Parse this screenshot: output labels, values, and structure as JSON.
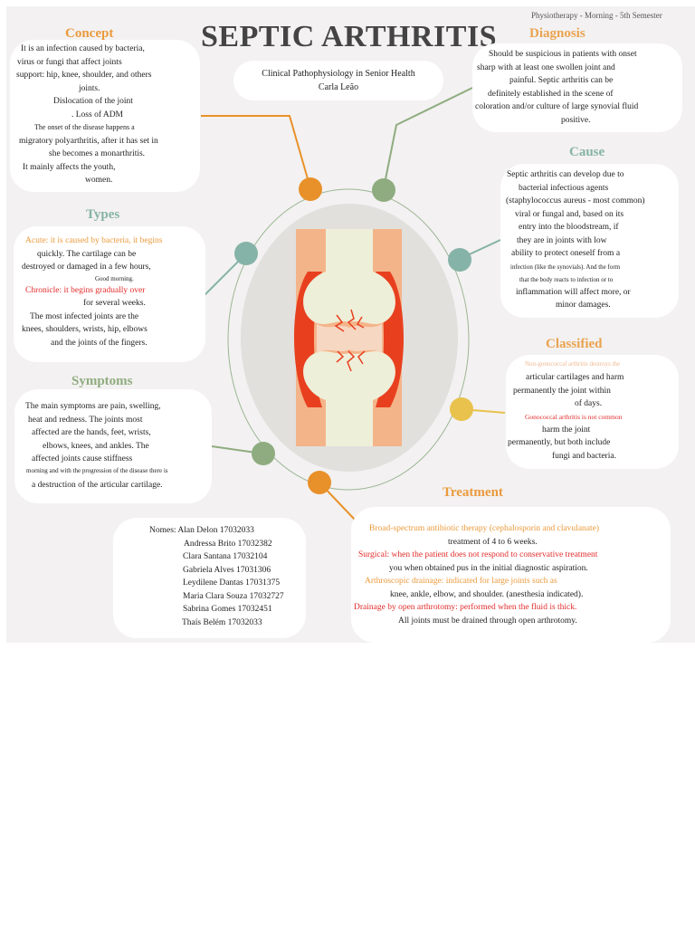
{
  "header": {
    "semester": "Physiotherapy - Morning - 5th Semester",
    "title": "SEPTIC ARTHRITIS",
    "subtitle_line1": "Clinical Pathophysiology in Senior Health",
    "subtitle_line2": "Carla Leão"
  },
  "colors": {
    "orange": "#e8912a",
    "green": "#8fac80",
    "teal": "#86b3a7",
    "yellow": "#e8c24c",
    "red_text": "#e32b2b",
    "bone": "#eeefd9",
    "inflammation": "#e8401f",
    "tissue": "#f4b48a"
  },
  "concept": {
    "heading": "Concept",
    "lines": [
      "It is an infection caused by bacteria,",
      "virus or fungi that affect joints",
      "support: hip, knee, shoulder, and others",
      "joints.",
      "Dislocation of the joint",
      ". Loss of ADM",
      "The onset of the disease happens a",
      "migratory polyarthritis, after it has set in",
      "she becomes a monarthritis.",
      "It mainly affects the youth,",
      "women."
    ]
  },
  "diagnosis": {
    "heading": "Diagnosis",
    "lines": [
      "Should be suspicious in patients with onset",
      "sharp with at least one swollen joint and",
      "painful. Septic arthritis can be",
      "definitely established in the scene of",
      "coloration and/or culture of large synovial fluid",
      "positive."
    ]
  },
  "types": {
    "heading": "Types",
    "acute": "Acute: it is caused by bacteria, it begins",
    "lines_a": [
      "quickly. The cartilage can be",
      "destroyed or damaged in a few hours,"
    ],
    "small_note": "Good morning.",
    "chronic": "Chronicle: it begins gradually over",
    "lines_b": [
      "for several weeks.",
      "The most infected joints are the",
      "knees, shoulders, wrists, hip, elbows",
      "and the joints of the fingers."
    ]
  },
  "cause": {
    "heading": "Cause",
    "lines": [
      "Septic arthritis can develop due to",
      "bacterial infectious agents",
      "(staphylococcus aureus - most common)",
      "viral or fungal and, based on its",
      "entry into the bloodstream, if",
      "they are in joints with low",
      "ability to protect oneself from a"
    ],
    "small_lines": [
      "infection (like the synovials). And the form",
      "that the body reacts to infection or to"
    ],
    "lines_end": [
      "inflammation will affect more, or",
      "minor damages."
    ]
  },
  "symptoms": {
    "heading": "Symptoms",
    "lines": [
      "The main symptoms are pain, swelling,",
      "heat and redness. The joints most",
      "affected are the hands, feet, wrists,",
      "elbows, knees, and ankles. The",
      "affected joints cause stiffness"
    ],
    "small_line": "morning and with the progression of the disease there is",
    "last_line": "a destruction of the articular cartilage."
  },
  "classified": {
    "heading": "Classified",
    "non_gono": "Non-gonococcal arthritis destroys the",
    "lines_a": [
      "articular cartilages and harm",
      "permanently the joint within",
      "of days."
    ],
    "gono": "Gonococcal arthritis is not common",
    "lines_b": [
      "harm the joint",
      "permanently, but both include",
      "fungi and bacteria."
    ]
  },
  "treatment": {
    "heading": "Treatment",
    "antibiotic": "Broad-spectrum antibiotic therapy (cephalosporin and clavulanate)",
    "antibiotic_cont": "treatment of 4 to 6 weeks.",
    "surgical": "Surgical: when the patient does not respond to conservative treatment",
    "surgical_cont": "you when obtained pus in the initial diagnostic aspiration.",
    "arthroscopic": "Arthroscopic drainage: indicated for large joints such as",
    "arthroscopic_cont": "knee, ankle, elbow, and shoulder. (anesthesia indicated).",
    "drainage": "Drainage by open arthrotomy: performed when the fluid is thick.",
    "drainage_cont": "All joints must be drained through open arthrotomy."
  },
  "names": {
    "list": [
      "Nomes: Alan Delon 17032033",
      "Andressa Brito 17032382",
      "Clara Santana 17032104",
      "Gabriela Alves 17031306",
      "Leydilene Dantas 17031375",
      "Maria Clara Souza 17032727",
      "Sabrina Gomes 17032451",
      "Thaís Belém 17032033"
    ]
  }
}
